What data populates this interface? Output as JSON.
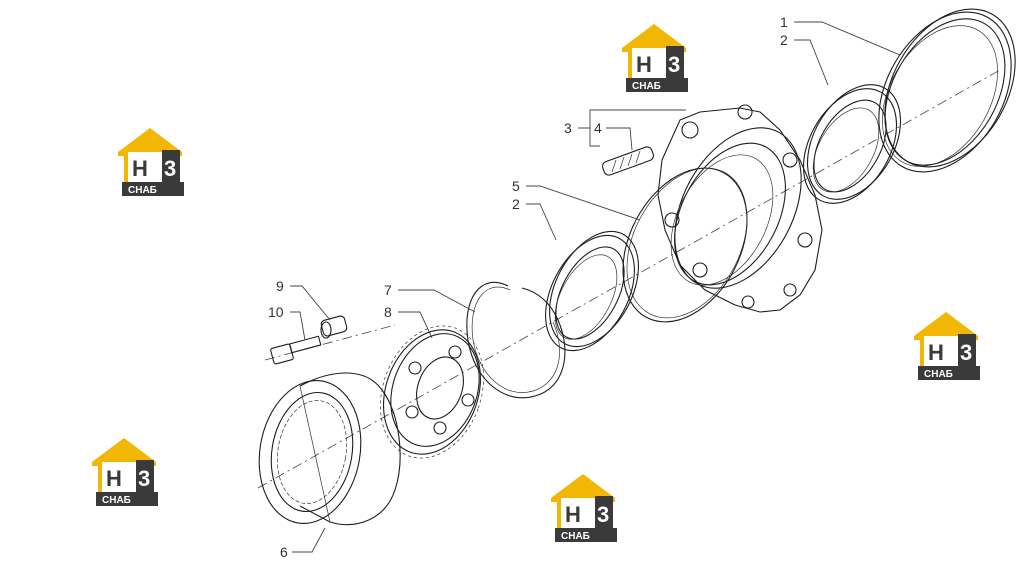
{
  "callouts": {
    "c1": "1",
    "c2a": "2",
    "c3": "3",
    "c4": "4",
    "c5": "5",
    "c2b": "2",
    "c7": "7",
    "c8": "8",
    "c9": "9",
    "c10": "10",
    "c6": "6"
  },
  "watermark": {
    "mark": "H3",
    "word": "СНАБ",
    "colors": {
      "gold": "#f2b705",
      "dark": "#3a3a3a"
    }
  }
}
